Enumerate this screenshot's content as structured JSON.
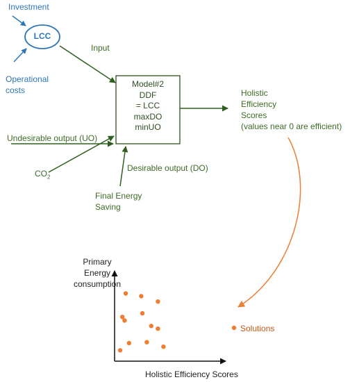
{
  "inputs": {
    "investment": "Investment",
    "operational_costs_line1": "Operational",
    "operational_costs_line2": "costs",
    "lcc": "LCC",
    "input": "Input"
  },
  "model_box": {
    "lines": [
      "Model#2",
      "DDF",
      "= LCC",
      "maxDO",
      "minUO"
    ]
  },
  "outputs": {
    "undesirable": "Undesirable output (UO)",
    "co2": "CO",
    "co2_sub": "2",
    "desirable": "Desirable output (DO)",
    "final_energy_line1": "Final Energy",
    "final_energy_line2": "Saving",
    "holistic_line1": "Holistic",
    "holistic_line2": "Efficiency",
    "holistic_line3": "Scores",
    "holistic_line4": "(values near 0 are efficient)"
  },
  "chart_data": {
    "type": "scatter",
    "ylabel_line1": "Primary",
    "ylabel_line2": "Energy",
    "ylabel_line3": "consumption",
    "xlabel": "Holistic Efficiency Scores",
    "legend": "Solutions",
    "xlim": [
      0,
      10
    ],
    "ylim": [
      0,
      10
    ],
    "points": [
      {
        "x": 1.0,
        "y": 7.5
      },
      {
        "x": 2.4,
        "y": 7.2
      },
      {
        "x": 3.9,
        "y": 6.6
      },
      {
        "x": 0.7,
        "y": 4.9
      },
      {
        "x": 0.9,
        "y": 4.5
      },
      {
        "x": 2.5,
        "y": 5.3
      },
      {
        "x": 3.3,
        "y": 3.9
      },
      {
        "x": 3.9,
        "y": 3.6
      },
      {
        "x": 1.3,
        "y": 2.0
      },
      {
        "x": 2.9,
        "y": 2.1
      },
      {
        "x": 4.4,
        "y": 1.6
      },
      {
        "x": 0.5,
        "y": 1.2
      }
    ]
  },
  "colors": {
    "blue": "#2e75b6",
    "green": "#3d6b26",
    "orange": "#ed7d31",
    "axis": "#111111"
  }
}
